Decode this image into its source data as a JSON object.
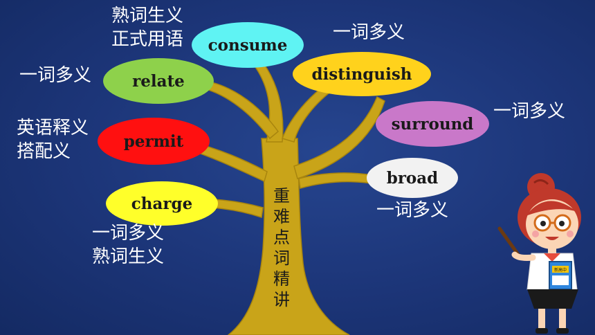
{
  "title": "重难点词精讲",
  "words": {
    "consume": "consume",
    "relate": "relate",
    "distinguish": "distinguish",
    "surround": "surround",
    "permit": "permit",
    "broad": "broad",
    "charge": "charge"
  },
  "notes": {
    "consume_line1": "熟词生义",
    "consume_line2": "正式用语",
    "relate": "一词多义",
    "distinguish": "一词多义",
    "surround": "一词多义",
    "permit_line1": "英语释义",
    "permit_line2": "搭配义",
    "broad": "一词多义",
    "charge_line1": "一词多义",
    "charge_line2": "熟词生义"
  },
  "colors": {
    "consume": "#5ff3f3",
    "relate": "#8ed14b",
    "distinguish": "#ffd21c",
    "surround": "#c978c9",
    "permit": "#ff1010",
    "broad": "#f2f2f2",
    "charge": "#ffff2a",
    "tree": "#c9a419"
  },
  "book_text": "新高中"
}
